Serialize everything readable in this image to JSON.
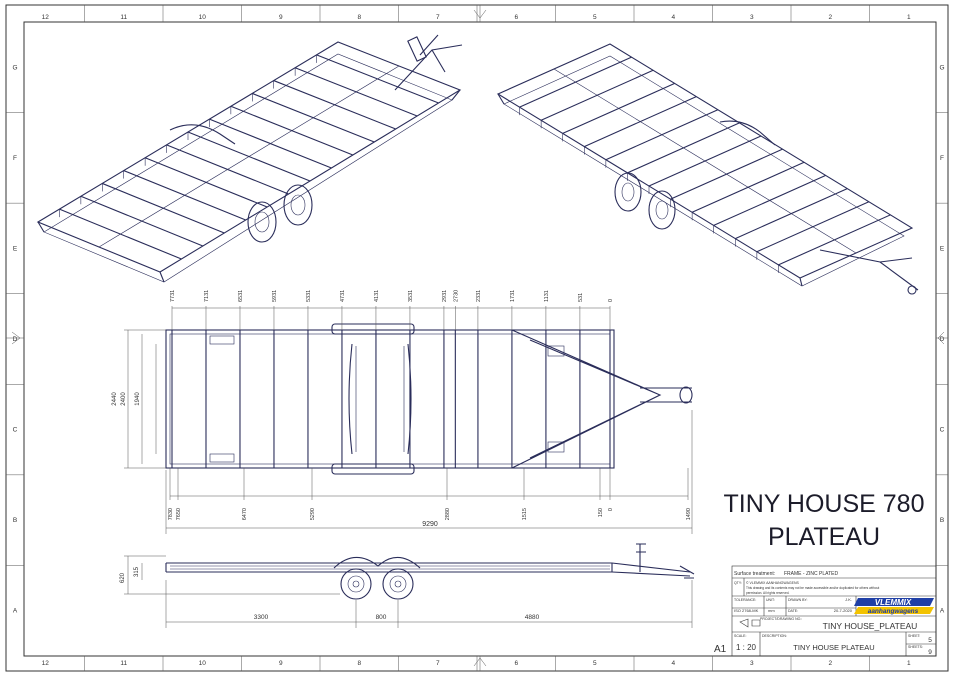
{
  "title": {
    "line1": "TINY HOUSE 780",
    "line2": "PLATEAU"
  },
  "border": {
    "columns": [
      "12",
      "11",
      "10",
      "9",
      "8",
      "7",
      "6",
      "5",
      "4",
      "3",
      "2",
      "1"
    ],
    "rows": [
      "G",
      "F",
      "E",
      "D",
      "C",
      "B",
      "A"
    ]
  },
  "top_view": {
    "top_dims": [
      "7731",
      "7131",
      "6531",
      "5931",
      "5331",
      "4731",
      "4131",
      "3531",
      "2931",
      "2730",
      "2331",
      "1731",
      "1131",
      "531",
      "0"
    ],
    "bottom_dims": [
      "7830",
      "7650",
      "6470",
      "5290",
      "2880",
      "1515",
      "150",
      "0",
      "1490"
    ],
    "side_dims": [
      "2440",
      "2400",
      "1940"
    ],
    "overall": "9290"
  },
  "side_view": {
    "height_dims": [
      "620",
      "315"
    ],
    "bottom_dims": [
      "3300",
      "800",
      "4880"
    ]
  },
  "title_block": {
    "surface_label": "Surface treatment:",
    "surface_value": "FRAME - ZINC PLATED",
    "qty_label": "QTY:",
    "copyright1": "© VLEMMIX AANHANGWAGENS",
    "copyright2": "This drawing and its contents may not be made accessible and/or duplicated for others without",
    "copyright3": "permission. All rights reserved.",
    "tolerance_label": "TOLERANCE:",
    "unit_label": "UNIT:",
    "drawn_label": "DRAWN BY:",
    "drawn_value": "J.K.",
    "iso_label": "ISO 2768-MK",
    "unit_value": "mm",
    "date_label": "DATE:",
    "date_value": "20-7-2020",
    "brand1": "VLEMMIX",
    "brand2": "aanhangwagens",
    "project_label": "PROJECT/DRAWING NO.:",
    "project_value": "TINY HOUSE_PLATEAU",
    "sheet_size": "A1",
    "scale_label": "SCALE:",
    "scale_value": "1 : 20",
    "desc_label": "DESCRIPTION:",
    "desc_value": "TINY HOUSE PLATEAU",
    "sheet_label": "SHEET:",
    "sheet_value": "5",
    "sheets_label": "SHEETS:",
    "sheets_value": "9"
  },
  "colors": {
    "frame": "#2a2d5a",
    "brand_blue": "#1f3fa6",
    "brand_yellow": "#f3c300"
  }
}
